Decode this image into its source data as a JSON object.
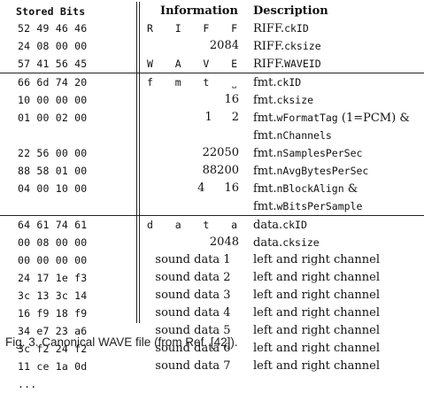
{
  "headers": {
    "bits": "Stored Bits",
    "info": "Information",
    "desc": "Description"
  },
  "rows": [
    {
      "bits": "52 49 46 46",
      "info_type": "mono",
      "info": [
        "R",
        "I",
        "F",
        "F"
      ],
      "desc": {
        "pre": "RIFF.",
        "field": "ckID",
        "suf": ""
      },
      "sep": false
    },
    {
      "bits": "24 08 00 00",
      "info_type": "num",
      "info": [
        "2084"
      ],
      "desc": {
        "pre": "RIFF.",
        "field": "cksize",
        "suf": ""
      },
      "sep": false
    },
    {
      "bits": "57 41 56 45",
      "info_type": "mono",
      "info": [
        "W",
        "A",
        "V",
        "E"
      ],
      "desc": {
        "pre": "RIFF.",
        "field": "WAVEID",
        "suf": ""
      },
      "sep": false
    },
    {
      "bits": "66 6d 74 20",
      "info_type": "mono",
      "info": [
        "f",
        "m",
        "t",
        "˽"
      ],
      "desc": {
        "pre": "fmt.",
        "field": "ckID",
        "suf": ""
      },
      "sep": true
    },
    {
      "bits": "10 00 00 00",
      "info_type": "num",
      "info": [
        "16"
      ],
      "desc": {
        "pre": "fmt.",
        "field": "cksize",
        "suf": ""
      },
      "sep": false
    },
    {
      "bits": "01 00 02 00",
      "info_type": "pair",
      "info": [
        "1",
        "2"
      ],
      "desc": {
        "pre": "fmt.",
        "field": "wFormatTag",
        "suf": " (1=PCM) &"
      },
      "sep": false
    },
    {
      "bits": "",
      "info_type": "none",
      "info": [],
      "desc": {
        "pre": "fmt.",
        "field": "nChannels",
        "suf": ""
      },
      "sep": false
    },
    {
      "bits": "22 56 00 00",
      "info_type": "num",
      "info": [
        "22050"
      ],
      "desc": {
        "pre": "fmt.",
        "field": "nSamplesPerSec",
        "suf": ""
      },
      "sep": false
    },
    {
      "bits": "88 58 01 00",
      "info_type": "num",
      "info": [
        "88200"
      ],
      "desc": {
        "pre": "fmt.",
        "field": "nAvgBytesPerSec",
        "suf": ""
      },
      "sep": false
    },
    {
      "bits": "04 00 10 00",
      "info_type": "pair",
      "info": [
        "4",
        "16"
      ],
      "desc": {
        "pre": "fmt.",
        "field": "nBlockAlign",
        "suf": " &"
      },
      "sep": false
    },
    {
      "bits": "",
      "info_type": "none",
      "info": [],
      "desc": {
        "pre": "fmt.",
        "field": "wBitsPerSample",
        "suf": ""
      },
      "sep": false
    },
    {
      "bits": "64 61 74 61",
      "info_type": "mono",
      "info": [
        "d",
        "a",
        "t",
        "a"
      ],
      "desc": {
        "pre": "data.",
        "field": "ckID",
        "suf": ""
      },
      "sep": true
    },
    {
      "bits": "00 08 00 00",
      "info_type": "num",
      "info": [
        "2048"
      ],
      "desc": {
        "pre": "data.",
        "field": "cksize",
        "suf": ""
      },
      "sep": false
    },
    {
      "bits": "00 00 00 00",
      "info_type": "sound",
      "info": [
        "sound data 1"
      ],
      "desc": {
        "pre": "left and right channel",
        "field": "",
        "suf": ""
      },
      "sep": false
    },
    {
      "bits": "24 17 1e f3",
      "info_type": "sound",
      "info": [
        "sound data 2"
      ],
      "desc": {
        "pre": "left and right channel",
        "field": "",
        "suf": ""
      },
      "sep": false
    },
    {
      "bits": "3c 13 3c 14",
      "info_type": "sound",
      "info": [
        "sound data 3"
      ],
      "desc": {
        "pre": "left and right channel",
        "field": "",
        "suf": ""
      },
      "sep": false
    },
    {
      "bits": "16 f9 18 f9",
      "info_type": "sound",
      "info": [
        "sound data 4"
      ],
      "desc": {
        "pre": "left and right channel",
        "field": "",
        "suf": ""
      },
      "sep": false
    },
    {
      "bits": "34 e7 23 a6",
      "info_type": "sound",
      "info": [
        "sound data 5"
      ],
      "desc": {
        "pre": "left and right channel",
        "field": "",
        "suf": ""
      },
      "sep": false
    },
    {
      "bits": "3c f2 24 f2",
      "info_type": "sound",
      "info": [
        "sound data 6"
      ],
      "desc": {
        "pre": "left and right channel",
        "field": "",
        "suf": ""
      },
      "sep": false
    },
    {
      "bits": "11 ce 1a 0d",
      "info_type": "sound",
      "info": [
        "sound data 7"
      ],
      "desc": {
        "pre": "left and right channel",
        "field": "",
        "suf": ""
      },
      "sep": false
    },
    {
      "bits": "...",
      "info_type": "none",
      "info": [],
      "desc": {
        "pre": "",
        "field": "",
        "suf": ""
      },
      "sep": false
    }
  ],
  "caption": "Fig. 3. Canonical WAVE file (from Ref. [42])."
}
